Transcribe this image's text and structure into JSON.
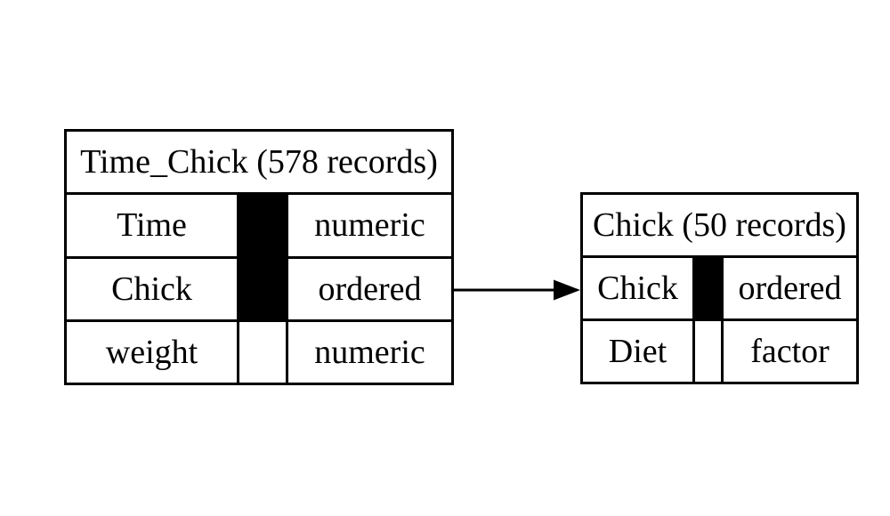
{
  "page": {
    "background": "#ffffff",
    "line_color": "#000000",
    "key_marker_color": "#000000"
  },
  "diagram": {
    "type": "data-model",
    "tables": [
      {
        "title": "Time_Chick (578 records)",
        "columns": [
          {
            "name": "Time",
            "type": "numeric",
            "is_key": true
          },
          {
            "name": "Chick",
            "type": "ordered",
            "is_key": true
          },
          {
            "name": "weight",
            "type": "numeric",
            "is_key": false
          }
        ]
      },
      {
        "title": "Chick (50 records)",
        "columns": [
          {
            "name": "Chick",
            "type": "ordered",
            "is_key": true
          },
          {
            "name": "Diet",
            "type": "factor",
            "is_key": false
          }
        ]
      }
    ],
    "relationships": [
      {
        "from": "Time_Chick.Chick",
        "to": "Chick.Chick"
      }
    ]
  }
}
